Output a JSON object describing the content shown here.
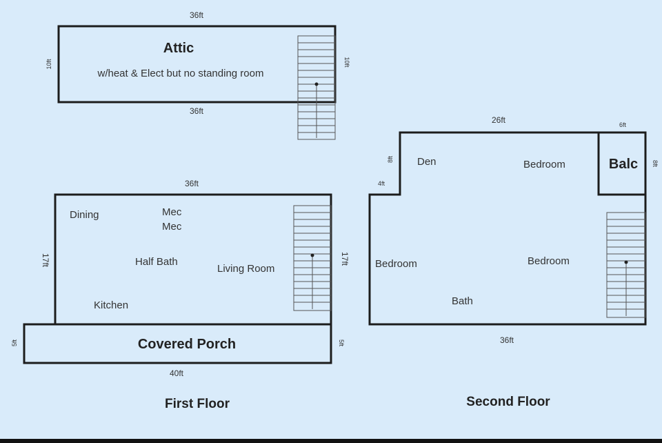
{
  "attic": {
    "title": "Attic",
    "note": "w/heat & Elect but no standing room",
    "dim_top": "36ft",
    "dim_bottom": "36ft",
    "dim_left": "10ft",
    "dim_right": "10ft"
  },
  "first_floor": {
    "title": "First Floor",
    "dim_top": "36ft",
    "dim_left": "17ft",
    "dim_right": "17ft",
    "rooms": {
      "dining": "Dining",
      "mec1": "Mec",
      "mec2": "Mec",
      "half_bath": "Half Bath",
      "living_room": "Living Room",
      "kitchen": "Kitchen"
    },
    "porch": {
      "label": "Covered Porch",
      "dim_bottom": "40ft",
      "dim_left": "5ft",
      "dim_right": "5ft"
    }
  },
  "second_floor": {
    "title": "Second Floor",
    "dim_top": "26ft",
    "dim_bottom": "36ft",
    "dim_step_vertical": "8ft",
    "dim_step_horizontal": "4ft",
    "dim_balc_top": "6ft",
    "dim_balc_side": "8ft",
    "rooms": {
      "den": "Den",
      "bedroom_top": "Bedroom",
      "balc": "Balc",
      "bedroom_left": "Bedroom",
      "bedroom_right": "Bedroom",
      "bath": "Bath"
    }
  }
}
